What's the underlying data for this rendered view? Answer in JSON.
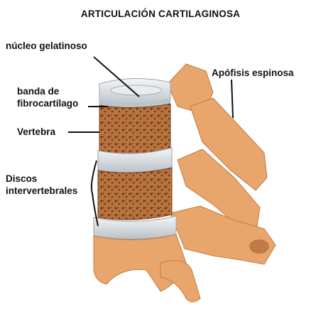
{
  "title": "ARTICULACIÓN CARTILAGINOSA",
  "labels": {
    "nucleus": "núcleo gelatinoso",
    "fibro_line1": "banda de",
    "fibro_line2": "fibrocartílago",
    "vertebra": "Vertebra",
    "discs_line1": "Discos",
    "discs_line2": "intervertebrales",
    "spinous": "Apófisis espinosa"
  },
  "colors": {
    "bone": "#e8a66d",
    "bone_dark": "#c27a44",
    "spongy": "#8a4a22",
    "disc": "#d6dbe0",
    "disc_light": "#eef1f4",
    "line": "#111111"
  }
}
